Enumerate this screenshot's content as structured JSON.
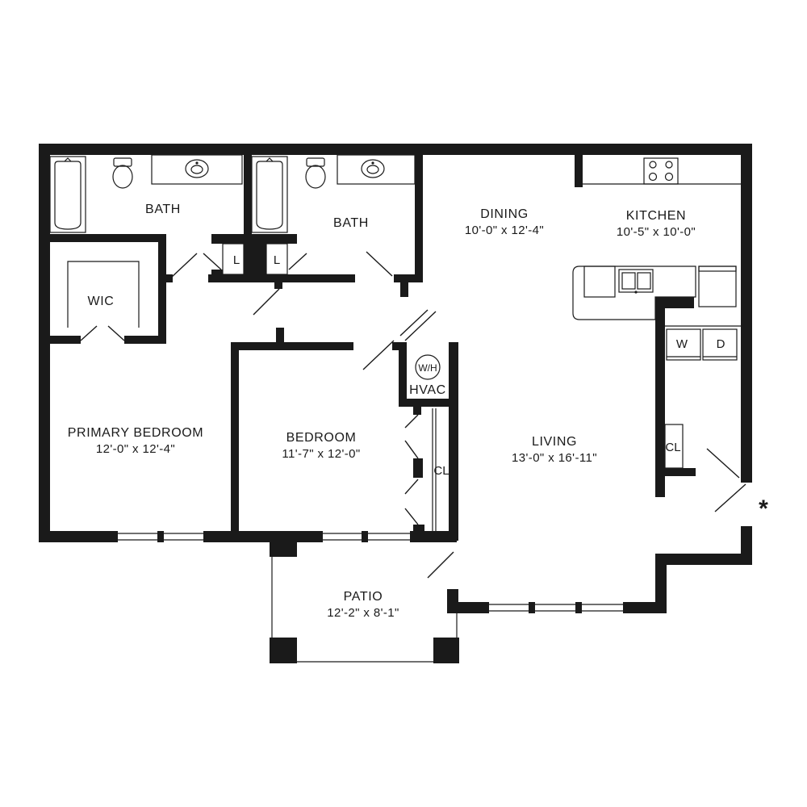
{
  "rooms": {
    "bath_left": {
      "name": "BATH"
    },
    "bath_right": {
      "name": "BATH"
    },
    "linen_left": {
      "name": "L"
    },
    "linen_right": {
      "name": "L"
    },
    "wic": {
      "name": "WIC"
    },
    "dining": {
      "name": "DINING",
      "dims": "10'-0\" x 12'-4\""
    },
    "kitchen": {
      "name": "KITCHEN",
      "dims": "10'-5\" x 10'-0\""
    },
    "primary_bedroom": {
      "name": "PRIMARY BEDROOM",
      "dims": "12'-0\" x 12'-4\""
    },
    "bedroom": {
      "name": "BEDROOM",
      "dims": "11'-7\" x 12'-0\""
    },
    "living": {
      "name": "LIVING",
      "dims": "13'-0\" x 16'-11\""
    },
    "patio": {
      "name": "PATIO",
      "dims": "12'-2\" x 8'-1\""
    },
    "bedroom_closet": {
      "name": "CL"
    },
    "entry_closet": {
      "name": "CL"
    },
    "utility": {
      "hvac": "HVAC",
      "water_heater": "W/H"
    }
  },
  "appliances": {
    "washer": "W",
    "dryer": "D"
  },
  "entry_marker": "*"
}
